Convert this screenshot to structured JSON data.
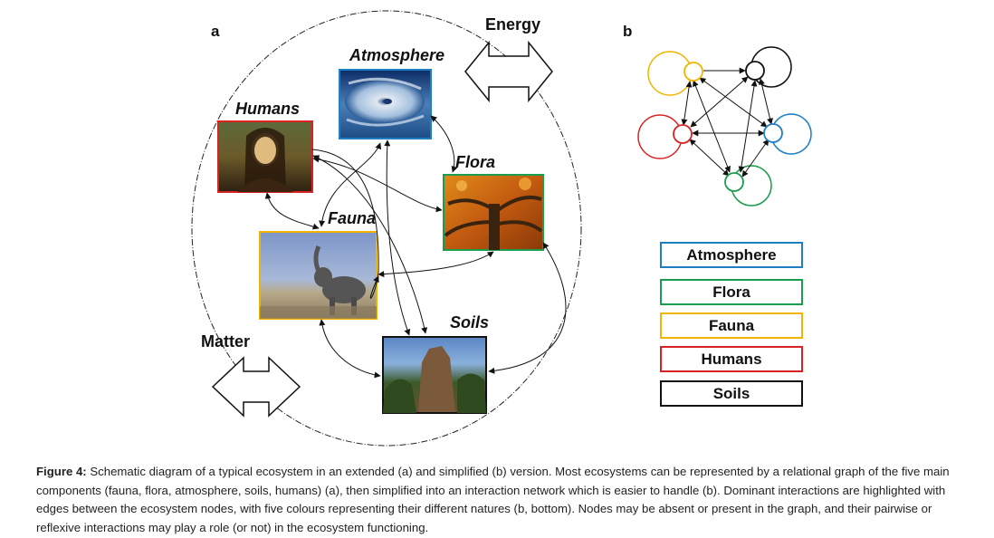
{
  "panel_a": {
    "label": "a",
    "energy_label": "Energy",
    "matter_label": "Matter",
    "nodes": {
      "atmosphere": "Atmosphere",
      "humans": "Humans",
      "flora": "Flora",
      "fauna": "Fauna",
      "soils": "Soils"
    }
  },
  "panel_b": {
    "label": "b"
  },
  "legend": [
    {
      "label": "Atmosphere",
      "color": "#1f7fc4"
    },
    {
      "label": "Flora",
      "color": "#1a9e4e"
    },
    {
      "label": "Fauna",
      "color": "#f2b400"
    },
    {
      "label": "Humans",
      "color": "#d92323"
    },
    {
      "label": "Soils",
      "color": "#111111"
    }
  ],
  "caption": {
    "bold": "Figure 4:",
    "text": " Schematic diagram of a typical ecosystem in an extended (a) and simplified (b) version. Most ecosystems can be represented by a relational graph of the five main components (fauna, flora, atmosphere, soils, humans) (a), then simplified into an interaction network which is easier to handle (b). Dominant interactions are highlighted with edges between the ecosystem nodes, with five colours representing their different natures (b, bottom). Nodes may be absent or present in the graph, and their pairwise or reflexive interactions may play a role (or not) in the ecosystem functioning."
  }
}
